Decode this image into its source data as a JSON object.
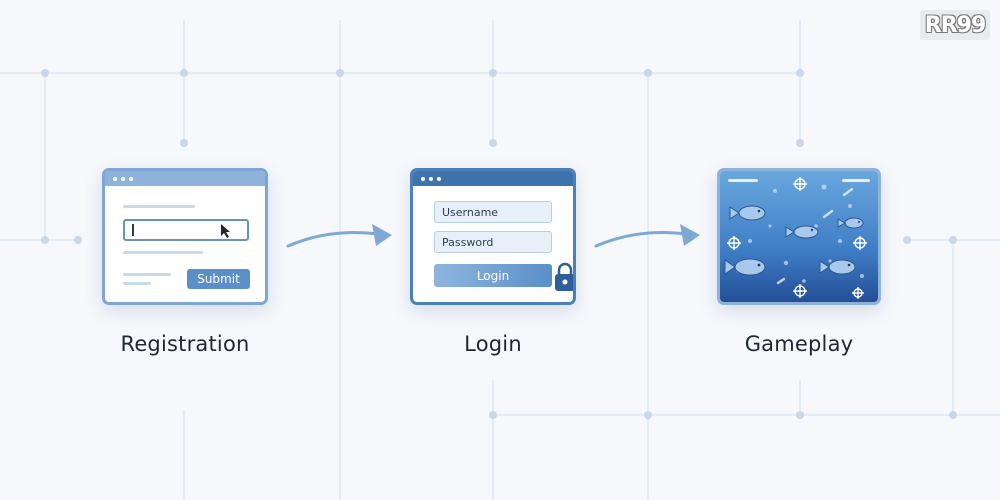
{
  "logo": {
    "text": "RR99"
  },
  "stages": [
    {
      "label": "Registration",
      "button": "Submit"
    },
    {
      "label": "Login",
      "username_placeholder": "Username",
      "password_placeholder": "Password",
      "button": "Login"
    },
    {
      "label": "Gameplay"
    }
  ],
  "colors": {
    "accent": "#5a8fc8",
    "window_border": "#7fa6d3",
    "arrow": "#7ea9d6",
    "grid": "#d7e2ef",
    "text": "#1f2733"
  },
  "icons": [
    "cursor-icon",
    "lock-icon",
    "arrow-right-icon",
    "fish-icon",
    "crosshair-icon"
  ]
}
